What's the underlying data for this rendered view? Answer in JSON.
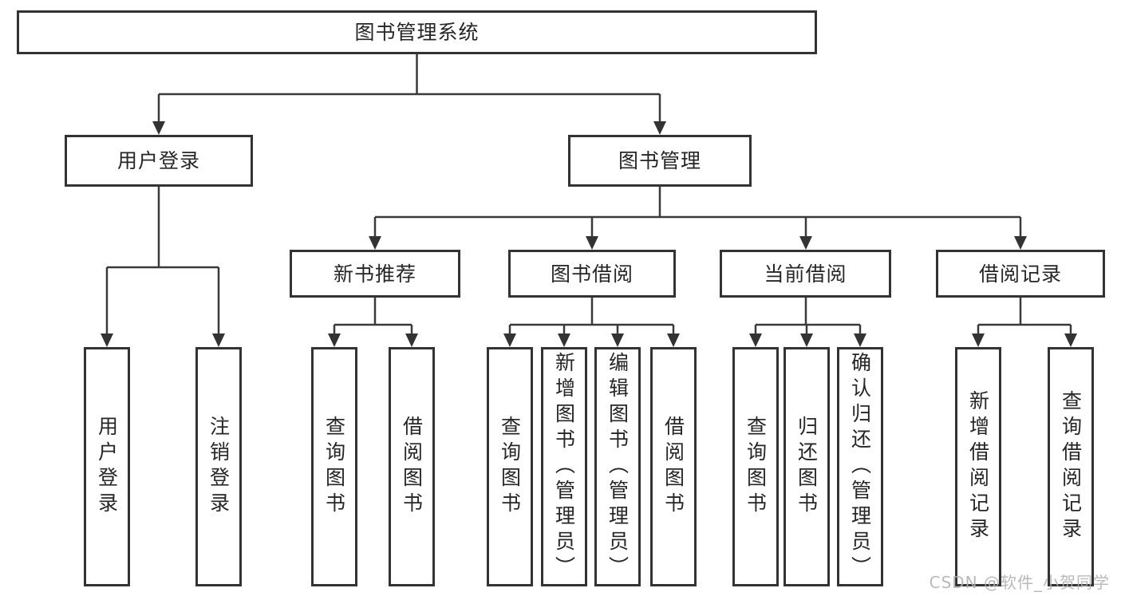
{
  "colors": {
    "background": "#ffffff",
    "box_border": "#333333",
    "connector_line": "#3a3a3a",
    "text": "#262626",
    "watermark": "#b0b0b0"
  },
  "watermark": "CSDN @软件_小贺同学",
  "tree": {
    "root": {
      "label": "图书管理系统",
      "children": [
        {
          "label": "用户登录",
          "children": [
            {
              "label": "用户登录"
            },
            {
              "label": "注销登录"
            }
          ]
        },
        {
          "label": "图书管理",
          "children": [
            {
              "label": "新书推荐",
              "children": [
                {
                  "label": "查询图书"
                },
                {
                  "label": "借阅图书"
                }
              ]
            },
            {
              "label": "图书借阅",
              "children": [
                {
                  "label": "查询图书"
                },
                {
                  "label": "新增图书（管理员）"
                },
                {
                  "label": "编辑图书（管理员）"
                },
                {
                  "label": "借阅图书"
                }
              ]
            },
            {
              "label": "当前借阅",
              "children": [
                {
                  "label": "查询图书"
                },
                {
                  "label": "归还图书"
                },
                {
                  "label": "确认归还（管理员）"
                }
              ]
            },
            {
              "label": "借阅记录",
              "children": [
                {
                  "label": "新增借阅记录"
                },
                {
                  "label": "查询借阅记录"
                }
              ]
            }
          ]
        }
      ]
    }
  }
}
